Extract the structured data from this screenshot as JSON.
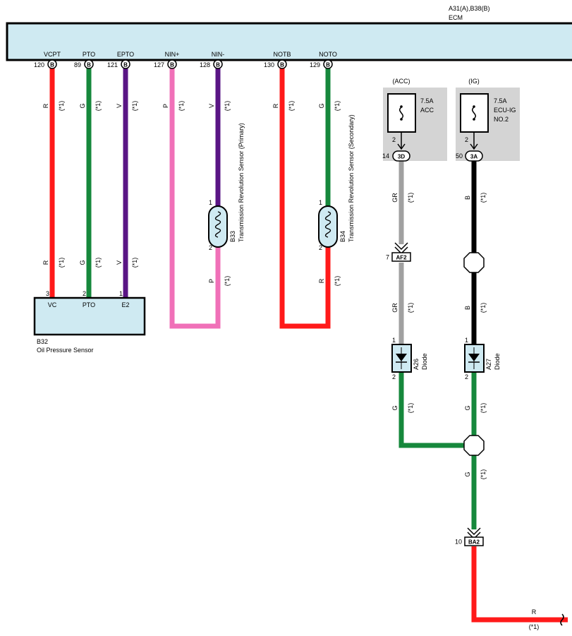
{
  "ecm": {
    "connectors": "A31(A),B38(B)",
    "name": "ECM",
    "pins": [
      {
        "label": "VCPT",
        "num": "120",
        "conn": "B",
        "wire": "R",
        "note": "(*1)"
      },
      {
        "label": "PTO",
        "num": "89",
        "conn": "B",
        "wire": "G",
        "note": "(*1)"
      },
      {
        "label": "EPTO",
        "num": "121",
        "conn": "B",
        "wire": "V",
        "note": "(*1)"
      },
      {
        "label": "NIN+",
        "num": "127",
        "conn": "B",
        "wire": "P",
        "note": "(*1)"
      },
      {
        "label": "NIN-",
        "num": "128",
        "conn": "B",
        "wire": "V",
        "note": "(*1)"
      },
      {
        "label": "NOTB",
        "num": "130",
        "conn": "B",
        "wire": "R",
        "note": "(*1)"
      },
      {
        "label": "NOTO",
        "num": "129",
        "conn": "B",
        "wire": "G",
        "note": "(*1)"
      }
    ]
  },
  "oil_sensor": {
    "code": "B32",
    "name": "Oil Pressure Sensor",
    "pins": [
      {
        "num": "3",
        "label": "VC",
        "wire": "R",
        "note": "(*1)"
      },
      {
        "num": "2",
        "label": "PTO",
        "wire": "G",
        "note": "(*1)"
      },
      {
        "num": "1",
        "label": "E2",
        "wire": "V",
        "note": "(*1)"
      }
    ]
  },
  "sensor_b33": {
    "code": "B33",
    "name": "Transmission Revolution Sensor (Primary)",
    "pin_top": "1",
    "pin_bottom": "2",
    "wire_bottom": "P",
    "note": "(*1)"
  },
  "sensor_b34": {
    "code": "B34",
    "name": "Transmission Revolution Sensor (Secondary)",
    "pin_top": "1",
    "pin_bottom": "2",
    "wire_bottom": "R",
    "note": "(*1)"
  },
  "fuse_acc": {
    "source": "(ACC)",
    "rating": "7.5A",
    "name": "ACC",
    "pin": "2",
    "junction_num": "14",
    "junction": "3D",
    "wire": "GR",
    "note": "(*1)"
  },
  "fuse_ig": {
    "source": "(IG)",
    "rating": "7.5A",
    "name_line1": "ECU-IG",
    "name_line2": "NO.2",
    "pin": "2",
    "junction_num": "50",
    "junction": "3A",
    "wire": "B",
    "note": "(*1)"
  },
  "connector_af2": {
    "num": "7",
    "label": "AF2",
    "wire": "GR",
    "note": "(*1)"
  },
  "diode_a26": {
    "code": "A26",
    "name": "Diode",
    "pin_top": "1",
    "pin_bottom": "2",
    "wire": "G",
    "note": "(*1)"
  },
  "diode_a27": {
    "code": "A27",
    "name": "Diode",
    "pin_top": "1",
    "pin_bottom": "2",
    "wire": "G",
    "note": "(*1)"
  },
  "ig_lower_wire": {
    "wire": "B",
    "note": "(*1)"
  },
  "joined_wire": {
    "wire": "G",
    "note": "(*1)"
  },
  "connector_ba2": {
    "num": "10",
    "label": "BA2"
  },
  "output_wire": {
    "wire": "R",
    "note": "(*1)"
  },
  "colors": {
    "R": "#ff1a1a",
    "G": "#16883c",
    "V": "#5a1585",
    "P": "#f070b8",
    "GR": "#a0a0a0",
    "B": "#000000",
    "ecm_fill": "#cfeaf2",
    "fuse_box_fill": "#d4d4d4"
  }
}
